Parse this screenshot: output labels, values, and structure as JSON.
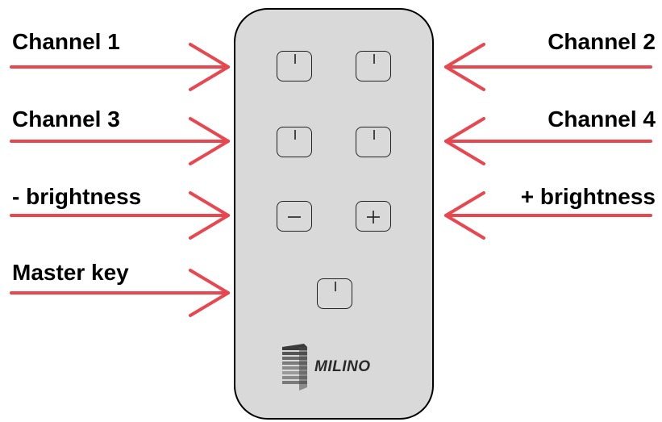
{
  "labels": {
    "channel_1": "Channel 1",
    "channel_2": "Channel 2",
    "channel_3": "Channel 3",
    "channel_4": "Channel 4",
    "minus_brightness": "- brightness",
    "plus_brightness": "+ brightness",
    "master_key": "Master key"
  },
  "remote": {
    "brand": "MILINO",
    "buttons": [
      {
        "id": "channel-1",
        "icon": "power-icon"
      },
      {
        "id": "channel-2",
        "icon": "power-icon"
      },
      {
        "id": "channel-3",
        "icon": "power-icon"
      },
      {
        "id": "channel-4",
        "icon": "power-icon"
      },
      {
        "id": "brightness-down",
        "icon": "minus-icon"
      },
      {
        "id": "brightness-up",
        "icon": "plus-icon"
      },
      {
        "id": "master-key",
        "icon": "power-icon"
      }
    ]
  },
  "colors": {
    "arrow": "#e8474f",
    "remote_body": "#d9d9d9",
    "remote_outline": "#000000",
    "text": "#000000"
  }
}
